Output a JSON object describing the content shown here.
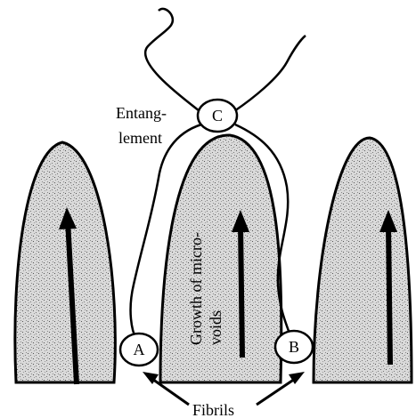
{
  "diagram": {
    "labels": {
      "entanglement_line1": "Entang-",
      "entanglement_line2": "lement",
      "growth_line1": "Growth of micro-",
      "growth_line2": "voids",
      "fibrils": "Fibrils"
    },
    "nodes": {
      "a": "A",
      "b": "B",
      "c": "C"
    },
    "colors": {
      "ink": "#000000",
      "fibril_fill": "#d6d6d6",
      "background": "#ffffff"
    },
    "icons": [
      "arrow-up-icon",
      "arrow-pointer-icon"
    ]
  }
}
